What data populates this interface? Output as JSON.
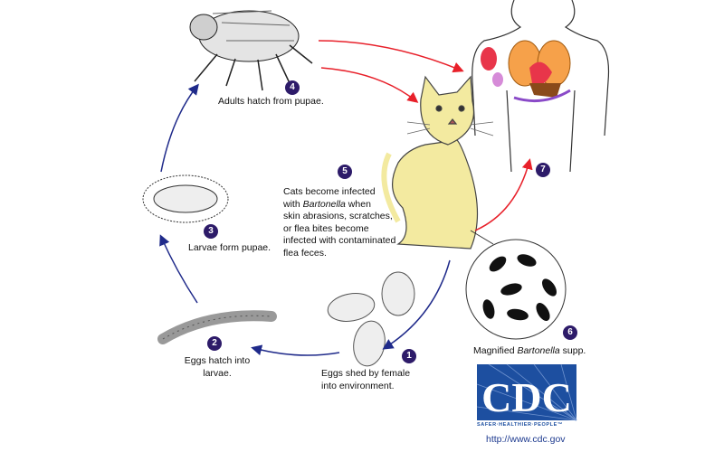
{
  "steps": [
    {
      "number": "1",
      "caption_lines": [
        "Eggs shed by female",
        "into environment."
      ]
    },
    {
      "number": "2",
      "caption_lines": [
        "Eggs hatch into",
        "larvae."
      ]
    },
    {
      "number": "3",
      "caption_lines": [
        "Larvae form pupae."
      ]
    },
    {
      "number": "4",
      "caption_lines": [
        "Adults hatch from pupae."
      ]
    },
    {
      "number": "5",
      "caption_lines": [
        "Cats become infected",
        "with",
        "Bartonella",
        " when",
        "skin abrasions, scratches,",
        "or flea bites become",
        "infected with contaminated",
        "flea feces."
      ]
    },
    {
      "number": "6",
      "caption_parts": [
        "Magnified ",
        "Bartonella",
        " supp."
      ]
    },
    {
      "number": "7"
    }
  ],
  "logo": {
    "text": "CDC",
    "tagline": "SAFER·HEALTHIER·PEOPLE™",
    "url": "http://www.cdc.gov"
  },
  "colors": {
    "badge": "#2d1b69",
    "cycle_arrow": "#1f2a8a",
    "infection_arrow": "#e8202a",
    "cat": "#f3eaa0",
    "cdc_blue": "#1d4fa0"
  },
  "icons": [
    "flea",
    "human-organs",
    "cat",
    "pupa",
    "larva",
    "eggs",
    "bacteria-magnified",
    "cdc-logo"
  ]
}
